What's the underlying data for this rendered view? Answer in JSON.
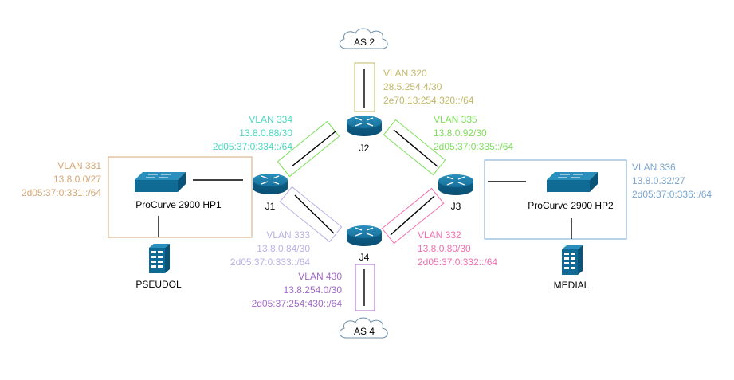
{
  "clouds": {
    "as2": "AS 2",
    "as4": "AS 4"
  },
  "routers": {
    "j1": "J1",
    "j2": "J2",
    "j3": "J3",
    "j4": "J4"
  },
  "switches": {
    "hp1": "ProCurve 2900 HP1",
    "hp2": "ProCurve 2900 HP2"
  },
  "servers": {
    "pseudol": "PSEUDOL",
    "medial": "MEDIAL"
  },
  "vlans": {
    "v320": {
      "name": "VLAN 320",
      "ipv4": "28.5.254.4/30",
      "ipv6": "2e70:13:254:320::/64",
      "color": "#c2b86a"
    },
    "v334": {
      "name": "VLAN 334",
      "ipv4": "13.8.0.88/30",
      "ipv6": "2d05:37:0:334::/64",
      "color": "#4fd6c0"
    },
    "v335": {
      "name": "VLAN 335",
      "ipv4": "13.8.0.92/30",
      "ipv6": "2d05:37:0:335::/64",
      "color": "#7ee05a"
    },
    "v331": {
      "name": "VLAN 331",
      "ipv4": "13.8.0.0/27",
      "ipv6": "2d05:37:0:331::/64",
      "color": "#d4a877"
    },
    "v336": {
      "name": "VLAN 336",
      "ipv4": "13.8.0.32/27",
      "ipv6": "2d05:37:0:336::/64",
      "color": "#7aa6cf"
    },
    "v333": {
      "name": "VLAN 333",
      "ipv4": "13.8.0.84/30",
      "ipv6": "2d05:37:0:333::/64",
      "color": "#bcb0e8"
    },
    "v332": {
      "name": "VLAN 332",
      "ipv4": "13.8.0.80/30",
      "ipv6": "2d05:37:0:332::/64",
      "color": "#ef6fb0"
    },
    "v430": {
      "name": "VLAN 430",
      "ipv4": "13.8.254.0/30",
      "ipv6": "2d05:37:254:430::/64",
      "color": "#a56ac8"
    }
  },
  "colors": {
    "router": "#0f6b94",
    "line": "#000000"
  }
}
